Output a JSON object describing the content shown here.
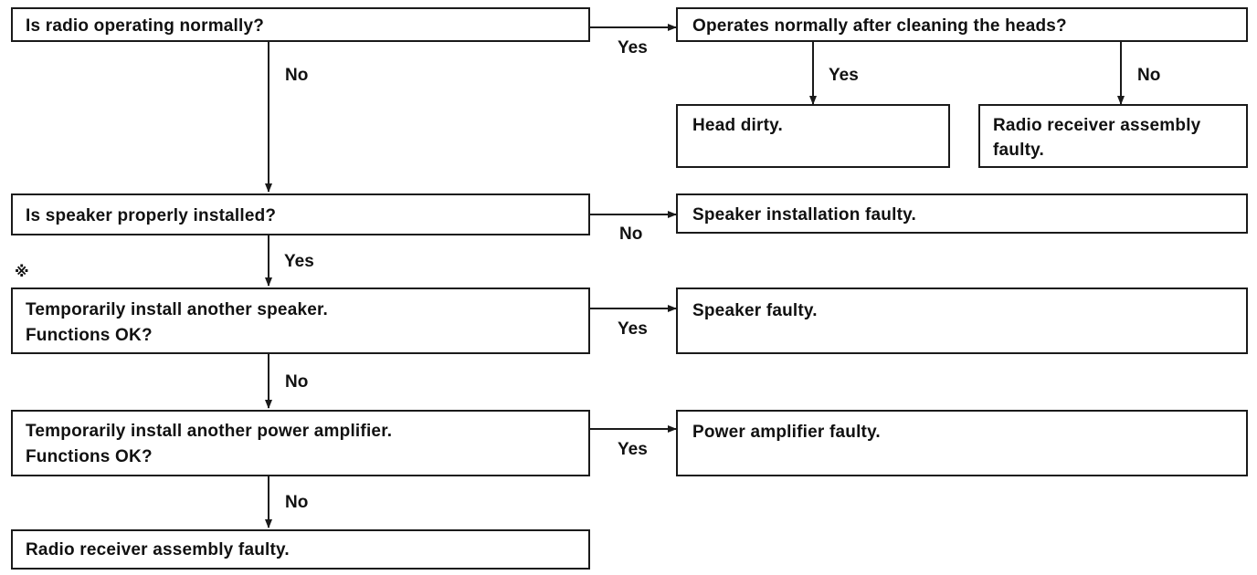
{
  "boxes": {
    "q_radio": "Is radio operating normally?",
    "q_heads": "Operates normally after cleaning the heads?",
    "r_head_dirty": "Head dirty.",
    "r_receiver_1_line1": "Radio receiver assembly",
    "r_receiver_1_line2": "faulty.",
    "q_speaker": "Is speaker properly installed?",
    "r_speaker_install": "Speaker installation faulty.",
    "q_temp_speaker_line1": "Temporarily install another speaker.",
    "q_temp_speaker_line2": "Functions OK?",
    "r_speaker_faulty": "Speaker faulty.",
    "q_temp_amp_line1": "Temporarily install another power amplifier.",
    "q_temp_amp_line2": "Functions OK?",
    "r_amp_faulty": "Power amplifier faulty.",
    "r_receiver_2": "Radio receiver assembly faulty."
  },
  "labels": {
    "yes": "Yes",
    "no": "No"
  },
  "note_mark": "※"
}
